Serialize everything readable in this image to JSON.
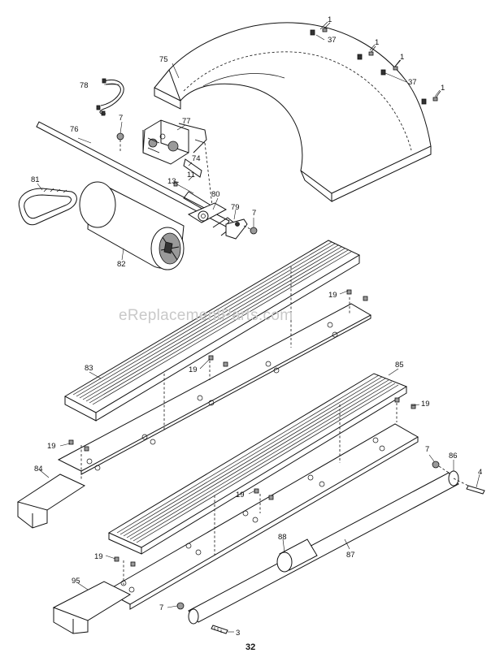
{
  "watermark": "eReplacementParts.com",
  "page_number": "32",
  "callouts": {
    "c1a": "1",
    "c1b": "1",
    "c1c": "1",
    "c1d": "1",
    "c37a": "37",
    "c37b": "37",
    "c75": "75",
    "c78": "78",
    "c76": "76",
    "c77": "77",
    "c7a": "7",
    "c74": "74",
    "c11": "11",
    "c13": "13",
    "c80": "80",
    "c79": "79",
    "c7b": "7",
    "c81": "81",
    "c82": "82",
    "c19a": "19",
    "c83": "83",
    "c19b": "19",
    "c85": "85",
    "c19c": "19",
    "c19d": "19",
    "c84": "84",
    "c7c": "7",
    "c86": "86",
    "c4": "4",
    "c19e": "19",
    "c88": "88",
    "c87": "87",
    "c19f": "19",
    "c95": "95",
    "c7d": "7",
    "c3": "3"
  }
}
